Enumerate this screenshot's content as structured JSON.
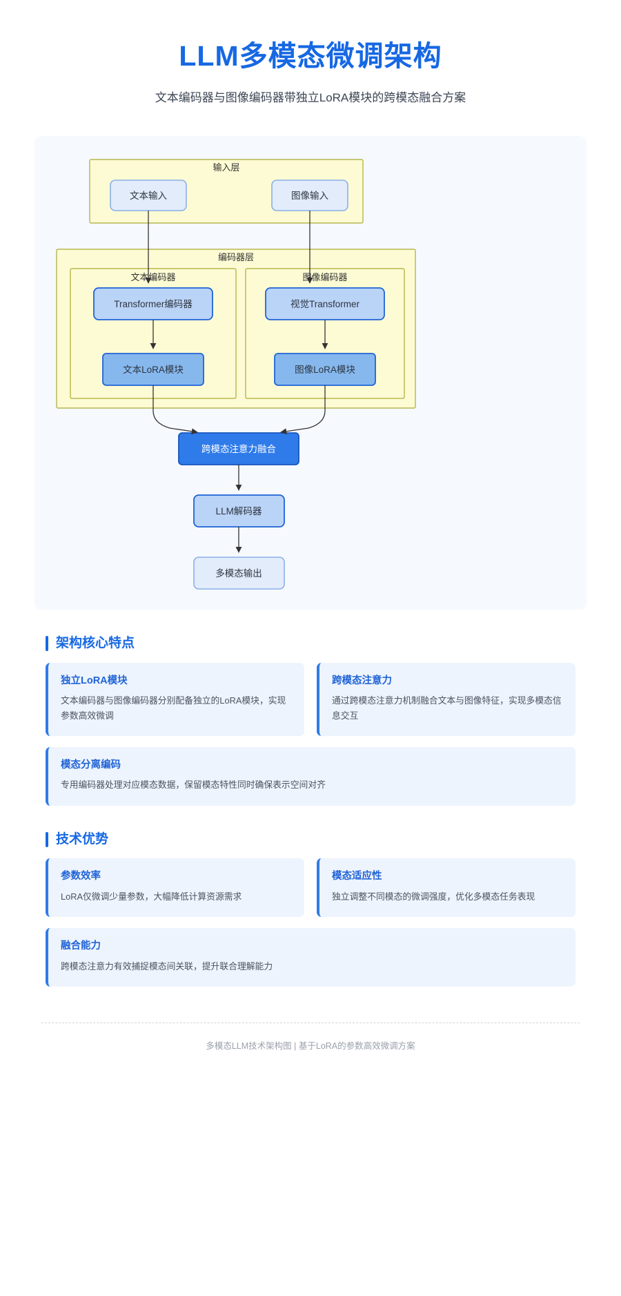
{
  "header": {
    "title": "LLM多模态微调架构",
    "subtitle": "文本编码器与图像编码器带独立LoRA模块的跨模态融合方案"
  },
  "diagram": {
    "groups": {
      "input_layer": "输入层",
      "encoder_layer": "编码器层",
      "text_encoder": "文本编码器",
      "image_encoder": "图像编码器"
    },
    "nodes": {
      "text_input": "文本输入",
      "image_input": "图像输入",
      "transformer_encoder": "Transformer编码器",
      "vision_transformer": "视觉Transformer",
      "text_lora": "文本LoRA模块",
      "image_lora": "图像LoRA模块",
      "fusion": "跨模态注意力融合",
      "llm_decoder": "LLM解码器",
      "output": "多模态输出"
    },
    "colors": {
      "group_fill": "#fdfbd4",
      "group_stroke": "#aaaa33",
      "node_light_fill": "#e3ecfb",
      "node_light_stroke": "#8ab0e8",
      "node_mid_fill": "#bad4f7",
      "node_mid_stroke": "#1f63d6",
      "node_strong_fill": "#86b8ee",
      "node_strong_stroke": "#1f63d6",
      "node_accent_fill": "#2f7bea",
      "node_accent_stroke": "#1856bd",
      "panel_bg": "#f6f9fe",
      "edge": "#333333"
    }
  },
  "sections": [
    {
      "title": "架构核心特点",
      "rows": [
        [
          {
            "title": "独立LoRA模块",
            "desc": "文本编码器与图像编码器分别配备独立的LoRA模块，实现参数高效微调"
          },
          {
            "title": "跨模态注意力",
            "desc": "通过跨模态注意力机制融合文本与图像特征，实现多模态信息交互"
          }
        ],
        [
          {
            "title": "模态分离编码",
            "desc": "专用编码器处理对应模态数据，保留模态特性同时确保表示空间对齐"
          }
        ]
      ]
    },
    {
      "title": "技术优势",
      "rows": [
        [
          {
            "title": "参数效率",
            "desc": "LoRA仅微调少量参数，大幅降低计算资源需求"
          },
          {
            "title": "模态适应性",
            "desc": "独立调整不同模态的微调强度，优化多模态任务表现"
          }
        ],
        [
          {
            "title": "融合能力",
            "desc": "跨模态注意力有效捕捉模态间关联，提升联合理解能力"
          }
        ]
      ]
    }
  ],
  "footer": {
    "text": "多模态LLM技术架构图 | 基于LoRA的参数高效微调方案"
  },
  "theme": {
    "accent": "#1668e3",
    "card_bg": "#eef4fd",
    "card_border": "#2f7bea"
  }
}
